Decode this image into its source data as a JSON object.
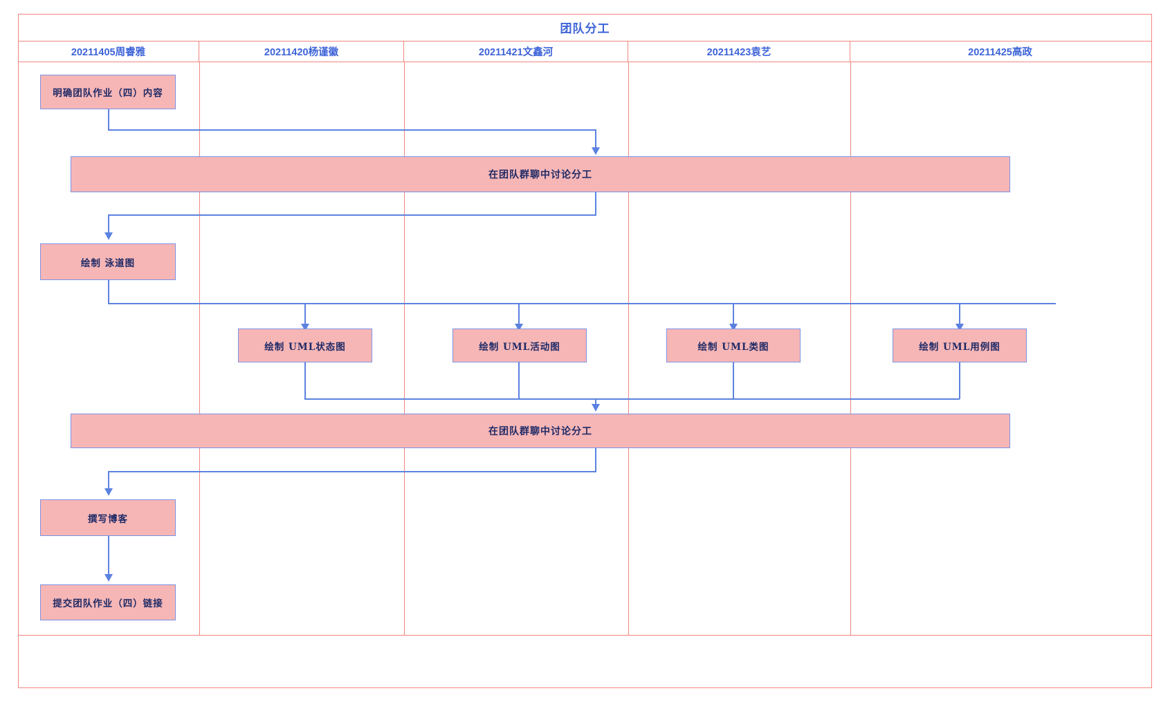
{
  "diagram": {
    "title": "团队分工",
    "type": "swimlane",
    "lanes": [
      {
        "id": "lane1",
        "label": "20211405周睿雅"
      },
      {
        "id": "lane2",
        "label": "20211420杨谨徽"
      },
      {
        "id": "lane3",
        "label": "20211421文鑫河"
      },
      {
        "id": "lane4",
        "label": "20211423袁艺"
      },
      {
        "id": "lane5",
        "label": "20211425高政"
      }
    ],
    "nodes": [
      {
        "id": "n1",
        "label": "明确团队作业（四）内容",
        "lane": "lane1"
      },
      {
        "id": "n2",
        "label": "在团队群聊中讨论分工",
        "lane": "all"
      },
      {
        "id": "n3",
        "label": "绘制 泳道图",
        "lane": "lane1"
      },
      {
        "id": "n4",
        "label": "绘制 UML状态图",
        "lane": "lane2"
      },
      {
        "id": "n5",
        "label": "绘制 UML活动图",
        "lane": "lane3"
      },
      {
        "id": "n6",
        "label": "绘制 UML类图",
        "lane": "lane4"
      },
      {
        "id": "n7",
        "label": "绘制 UML用例图",
        "lane": "lane5"
      },
      {
        "id": "n8",
        "label": "在团队群聊中讨论分工",
        "lane": "all"
      },
      {
        "id": "n9",
        "label": "撰写博客",
        "lane": "lane1"
      },
      {
        "id": "n10",
        "label": "提交团队作业（四）链接",
        "lane": "lane1"
      }
    ],
    "colors": {
      "node_fill": "#f6b6b6",
      "node_border": "#7b92e2",
      "lane_border": "#f0867f",
      "header_text": "#3d63d8",
      "node_text": "#1f2a66",
      "connector": "#5b82e0",
      "background": "#ffffff"
    }
  }
}
